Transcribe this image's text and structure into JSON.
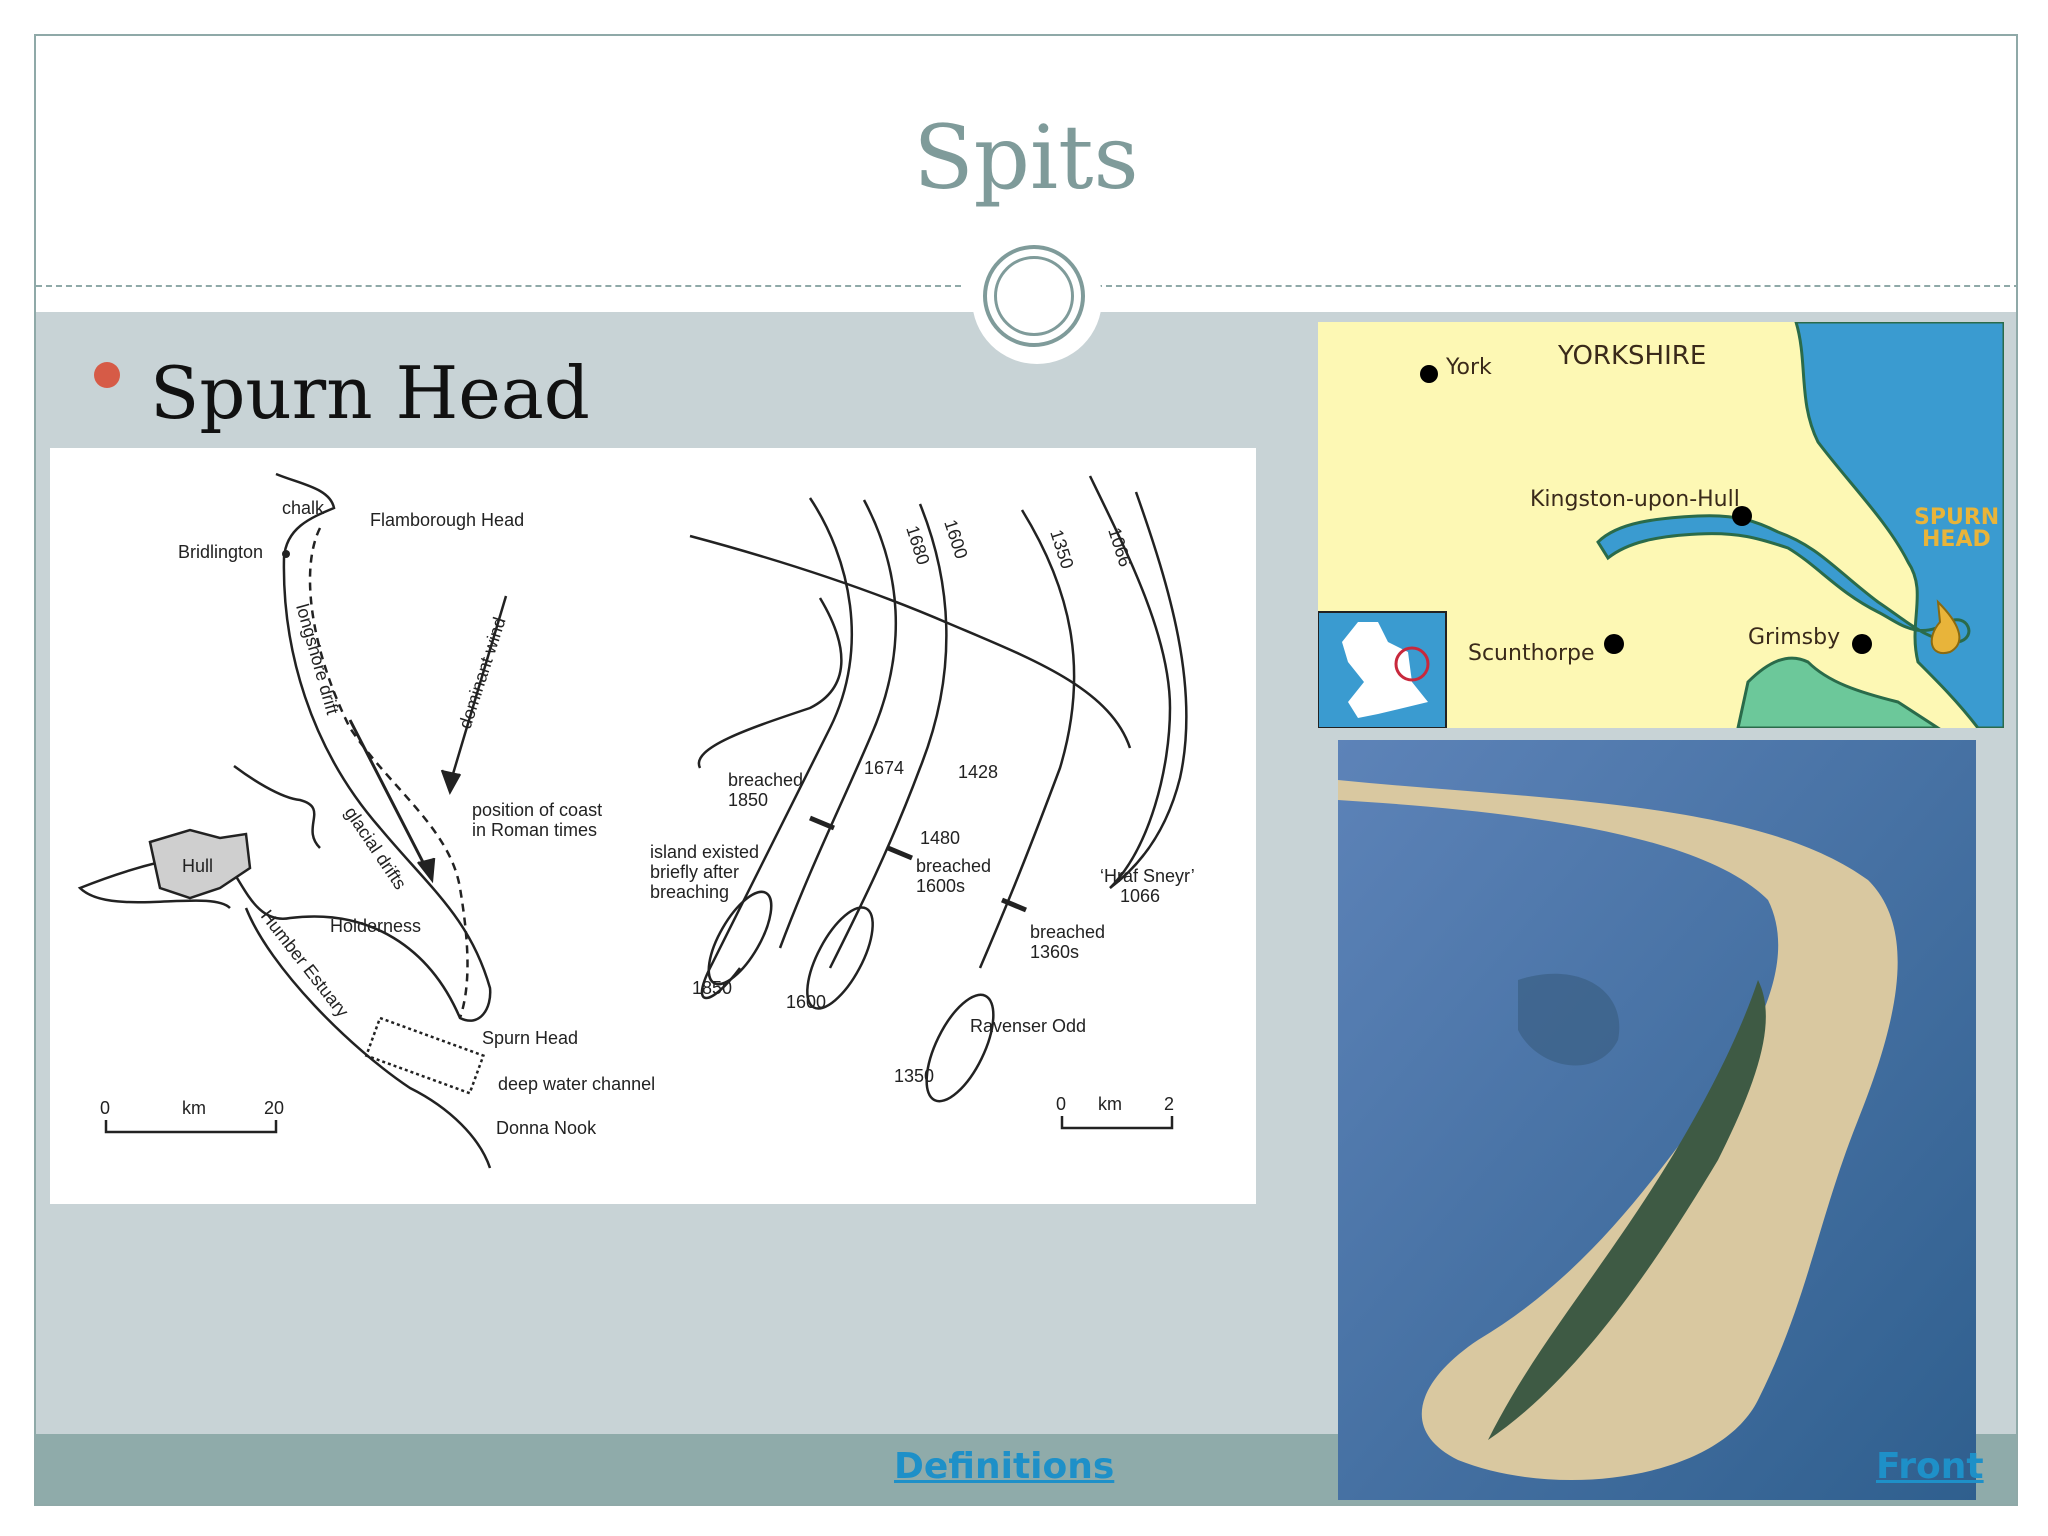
{
  "slide": {
    "title": "Spits",
    "bullet": "Spurn Head"
  },
  "diagram_left": {
    "chalk": "chalk",
    "flamborough": "Flamborough Head",
    "bridlington": "Bridlington",
    "longshore": "longshore drift",
    "dominant_wind": "dominant wind",
    "roman_1": "position of coast",
    "roman_2": "in Roman times",
    "glacial": "glacial drifts",
    "hull": "Hull",
    "holderness": "Holderness",
    "humber": "Humber Estuary",
    "spurn": "Spurn Head",
    "deep_water": "deep water channel",
    "donna": "Donna Nook",
    "scale_0": "0",
    "scale_unit": "km",
    "scale_20": "20"
  },
  "diagram_right": {
    "y1680": "1680",
    "y1600": "1600",
    "y1350": "1350",
    "y1066": "1066",
    "breached_1850_a": "breached",
    "breached_1850_b": "1850",
    "y1674": "1674",
    "y1428": "1428",
    "y1480": "1480",
    "island_1": "island existed",
    "island_2": "briefly after",
    "island_3": "breaching",
    "breached_1600s_a": "breached",
    "breached_1600s_b": "1600s",
    "hraf": "‘Hraf Sneyr’",
    "hraf_year": "1066",
    "breached_1360s_a": "breached",
    "breached_1360s_b": "1360s",
    "tip_1850": "1850",
    "tip_1600": "1600",
    "ravenser": "Ravenser Odd",
    "tip_1350": "1350",
    "scale_0": "0",
    "scale_unit": "km",
    "scale_2": "2"
  },
  "map": {
    "york": "York",
    "yorkshire": "YORKSHIRE",
    "kingston": "Kingston-upon-Hull",
    "spurn_1": "SPURN",
    "spurn_2": "HEAD",
    "scunthorpe": "Scunthorpe",
    "grimsby": "Grimsby"
  },
  "footer": {
    "definitions": "Definitions",
    "front": "Front"
  },
  "colors": {
    "accent": "#7f9b9a",
    "bullet": "#d65b47",
    "link": "#1e90c8",
    "land": "#fdf8b4",
    "sea": "#3a9bd0"
  }
}
